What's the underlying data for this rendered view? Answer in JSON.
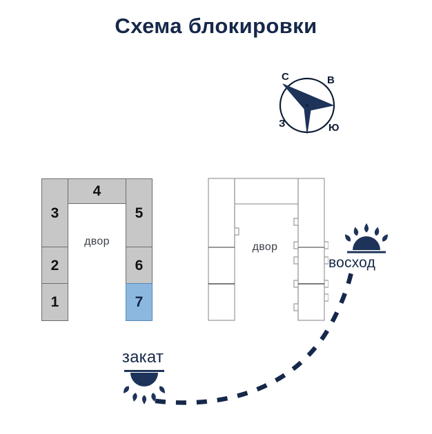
{
  "title": "Схема блокировки",
  "colors": {
    "navy": "#16284a",
    "block_fill": "#c7c7c7",
    "block_stroke": "#6c6c6c",
    "highlight_fill": "#8cb8e0",
    "highlight_stroke": "#5a87b8",
    "outline_stroke": "#9a9a9a",
    "background": "#ffffff"
  },
  "compass": {
    "name": "compass-rose",
    "north": "С",
    "east": "В",
    "south": "Ю",
    "west": "З",
    "needle_direction": "east"
  },
  "plan_filled": {
    "yard_label": "двор",
    "blocks": [
      {
        "id": "1",
        "label": "1",
        "highlighted": false
      },
      {
        "id": "2",
        "label": "2",
        "highlighted": false
      },
      {
        "id": "3",
        "label": "3",
        "highlighted": false
      },
      {
        "id": "4",
        "label": "4",
        "highlighted": false
      },
      {
        "id": "5",
        "label": "5",
        "highlighted": false
      },
      {
        "id": "6",
        "label": "6",
        "highlighted": false
      },
      {
        "id": "7",
        "label": "7",
        "highlighted": true
      }
    ],
    "selected_block": "7"
  },
  "plan_outline": {
    "yard_label": "двор"
  },
  "sun": {
    "sunrise_label": "восход",
    "sunrise_icon": "sunrise-icon",
    "sunset_label": "закат",
    "sunset_icon": "sunset-icon",
    "path_style": "dashed-arc"
  }
}
